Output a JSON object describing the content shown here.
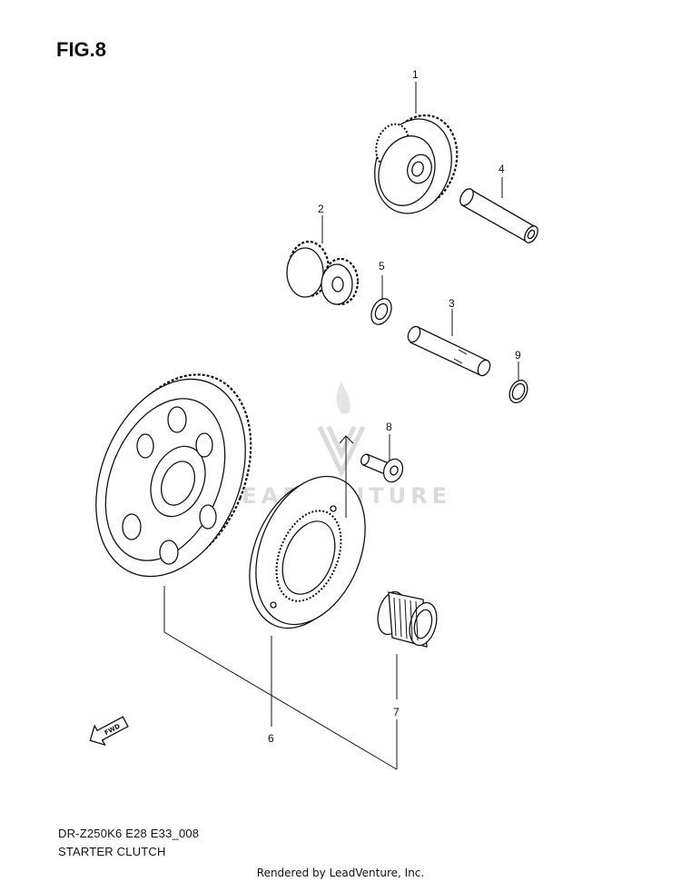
{
  "figure": {
    "title": "FIG.8"
  },
  "parts": [
    {
      "ref": "1"
    },
    {
      "ref": "2"
    },
    {
      "ref": "3"
    },
    {
      "ref": "4"
    },
    {
      "ref": "5"
    },
    {
      "ref": "6"
    },
    {
      "ref": "7"
    },
    {
      "ref": "8"
    },
    {
      "ref": "9"
    }
  ],
  "arrow": {
    "label": "FWD"
  },
  "watermark": {
    "text": "LEADVENTURE"
  },
  "footer": {
    "model_code": "DR-Z250K6 E28 E33_008",
    "diagram_name": "STARTER CLUTCH",
    "credit": "Rendered by LeadVenture, Inc."
  }
}
